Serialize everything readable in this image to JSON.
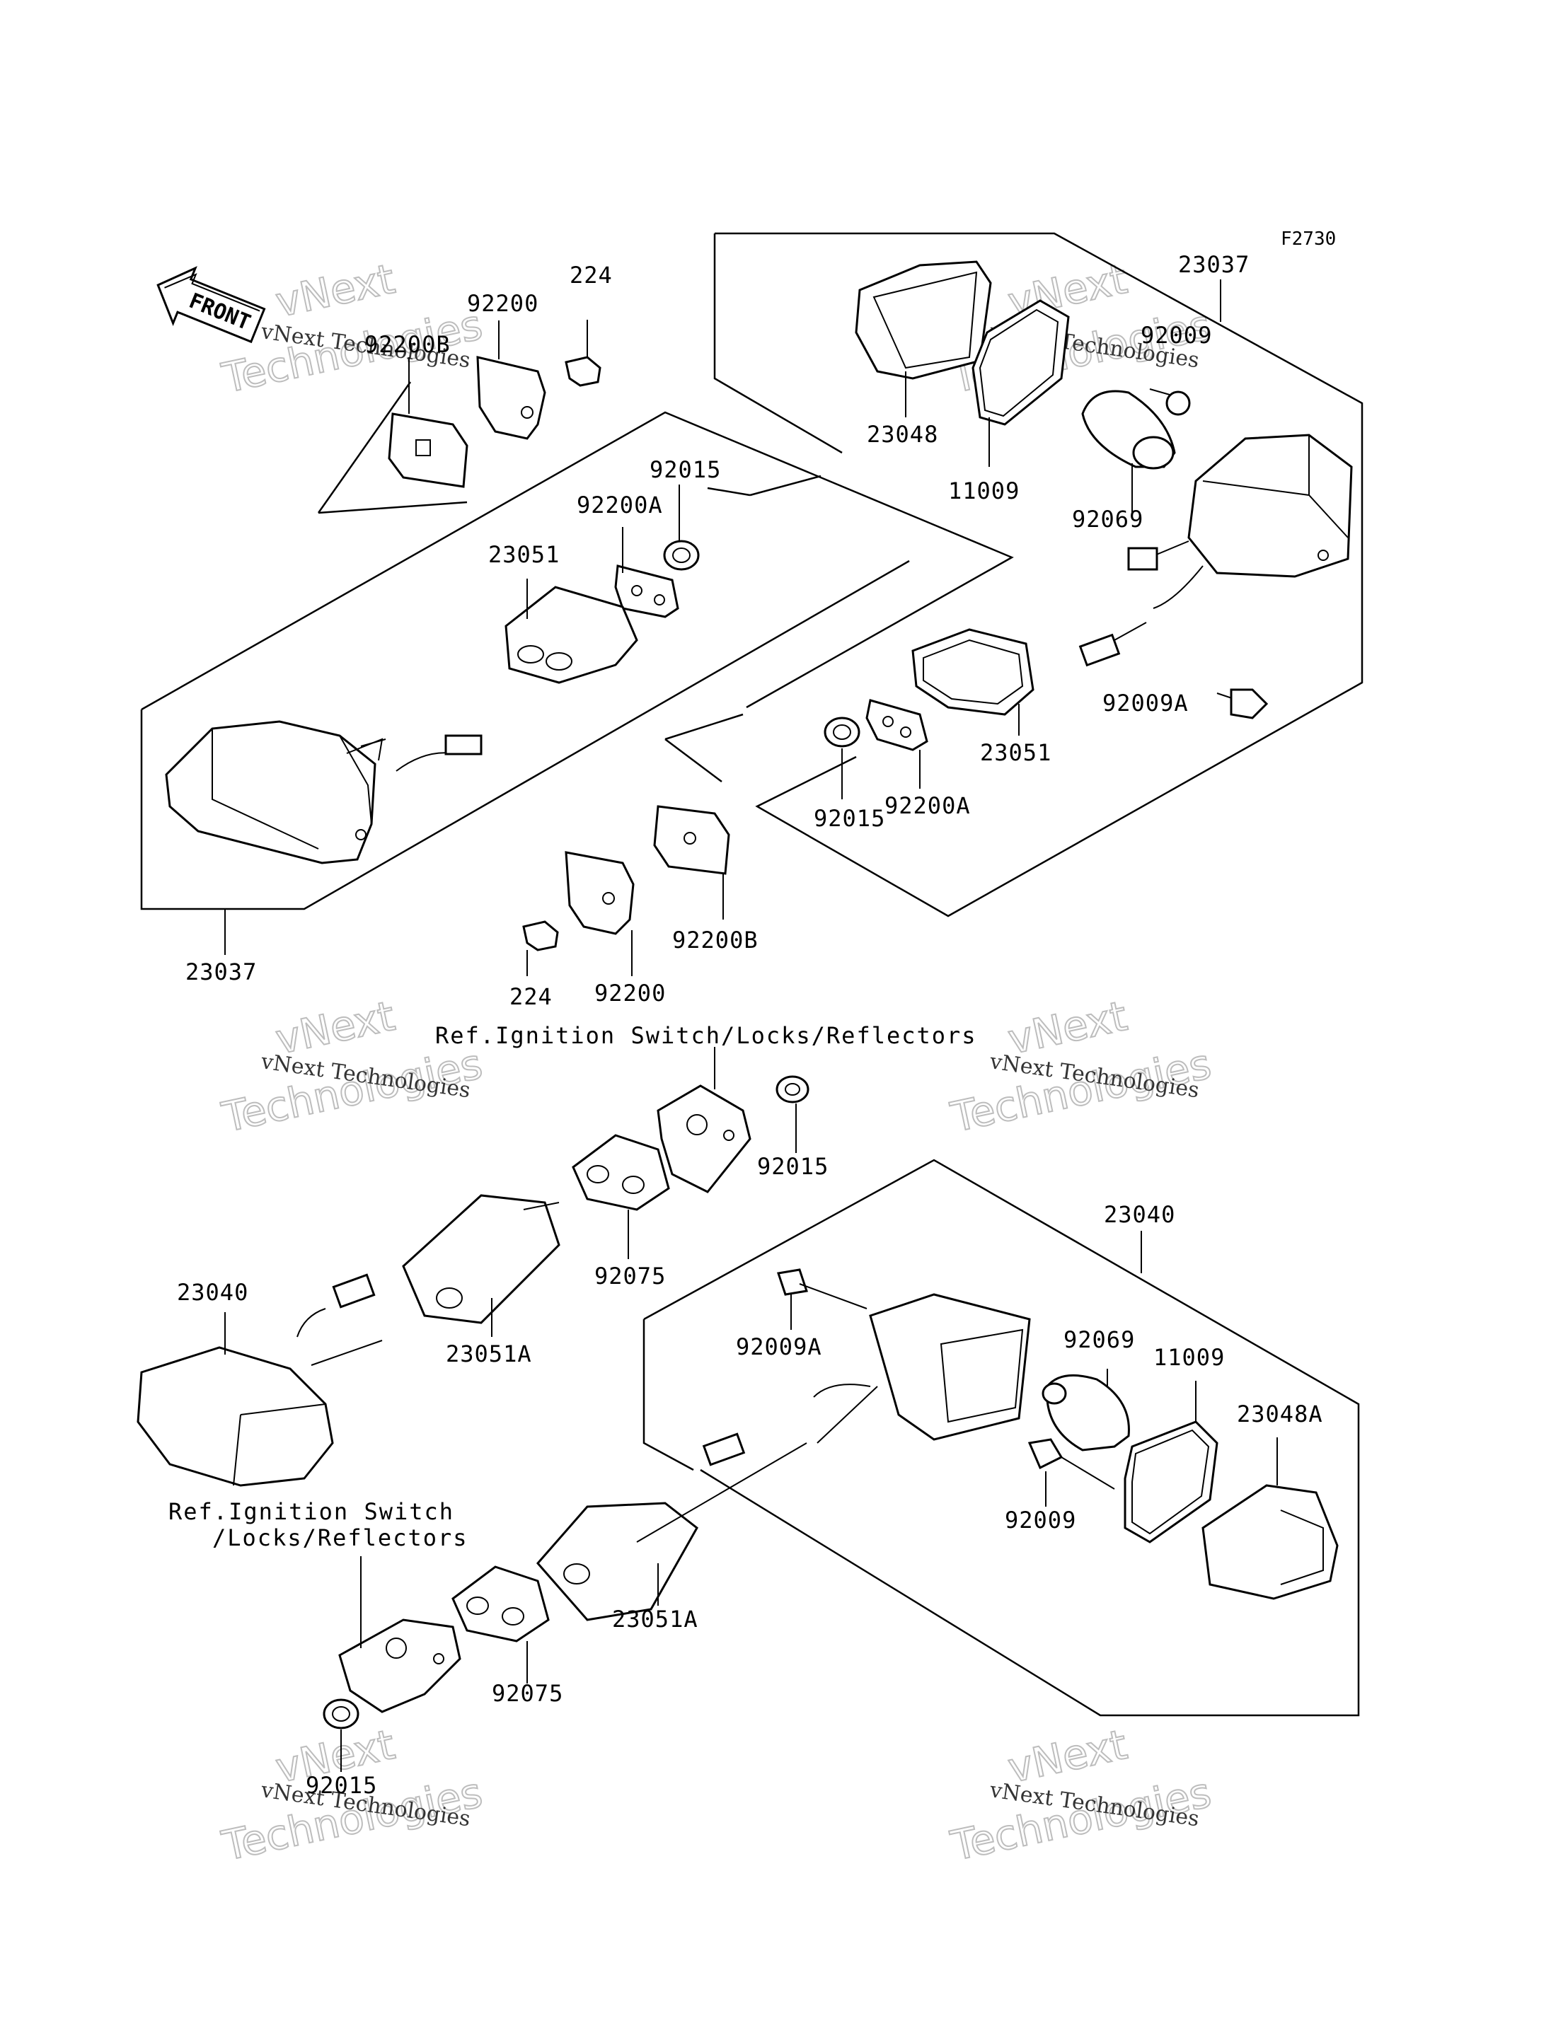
{
  "figure_code": "F2730",
  "front_indicator": "FRONT",
  "watermark": {
    "brand": "vNext Technologies",
    "big_line_1": "vNext",
    "big_line_2": "Technologies"
  },
  "references": {
    "upper": "Ref.Ignition Switch/Locks/Reflectors",
    "lower_line_1": "Ref.Ignition Switch",
    "lower_line_2": "/Locks/Reflectors"
  },
  "part_labels": {
    "p224_top": "224",
    "p92200_top": "92200",
    "p92200B_top": "92200B",
    "p23051_left": "23051",
    "p92200A_left": "92200A",
    "p92015_left": "92015",
    "p23037_left": "23037",
    "p23037_right": "23037",
    "p23048": "23048",
    "p11009_top": "11009",
    "p92009_top": "92009",
    "p92069_top": "92069",
    "p92009A_top": "92009A",
    "p23051_right": "23051",
    "p92200A_right": "92200A",
    "p92015_mid": "92015",
    "p92200B_bottom": "92200B",
    "p224_bottom": "224",
    "p92200_bottom": "92200",
    "p92015_upper_rear": "92015",
    "p92075_upper": "92075",
    "p23040_left": "23040",
    "p23051A_left": "23051A",
    "p23040_right": "23040",
    "p92009A_bottom": "92009A",
    "p92069_bottom": "92069",
    "p11009_bottom": "11009",
    "p23048A": "23048A",
    "p92009_bottom": "92009",
    "p23051A_right": "23051A",
    "p92075_lower": "92075",
    "p92015_bottom": "92015"
  }
}
